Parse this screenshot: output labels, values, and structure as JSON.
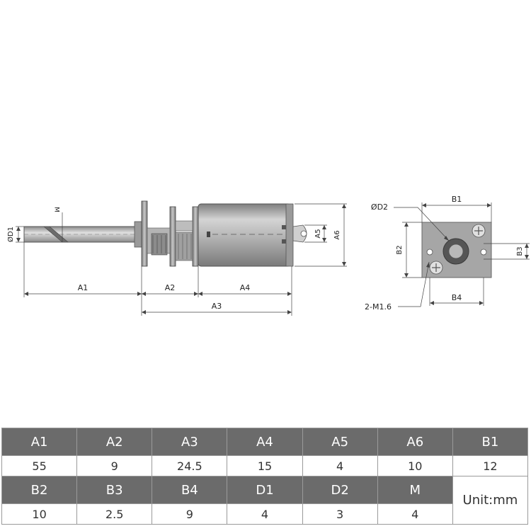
{
  "labels": {
    "d1": "ØD1",
    "m": "M",
    "a1": "A1",
    "a2": "A2",
    "a3": "A3",
    "a4": "A4",
    "a5": "A5",
    "a6": "A6",
    "b1": "B1",
    "b2": "B2",
    "b3": "B3",
    "b4": "B4",
    "d2": "ØD2",
    "holes": "2-M1.6"
  },
  "table": {
    "row1_headers": [
      "A1",
      "A2",
      "A3",
      "A4",
      "A5",
      "A6",
      "B1"
    ],
    "row1_values": [
      "55",
      "9",
      "24.5",
      "15",
      "4",
      "10",
      "12"
    ],
    "row2_headers": [
      "B2",
      "B3",
      "B4",
      "D1",
      "D2",
      "M"
    ],
    "row2_values": [
      "10",
      "2.5",
      "9",
      "4",
      "3",
      "4"
    ],
    "unit": "Unit:mm"
  },
  "colors": {
    "header_bg": "#6b6b6b",
    "body_metal": "#a8a8a8",
    "face_plate": "#a6a6a6"
  }
}
